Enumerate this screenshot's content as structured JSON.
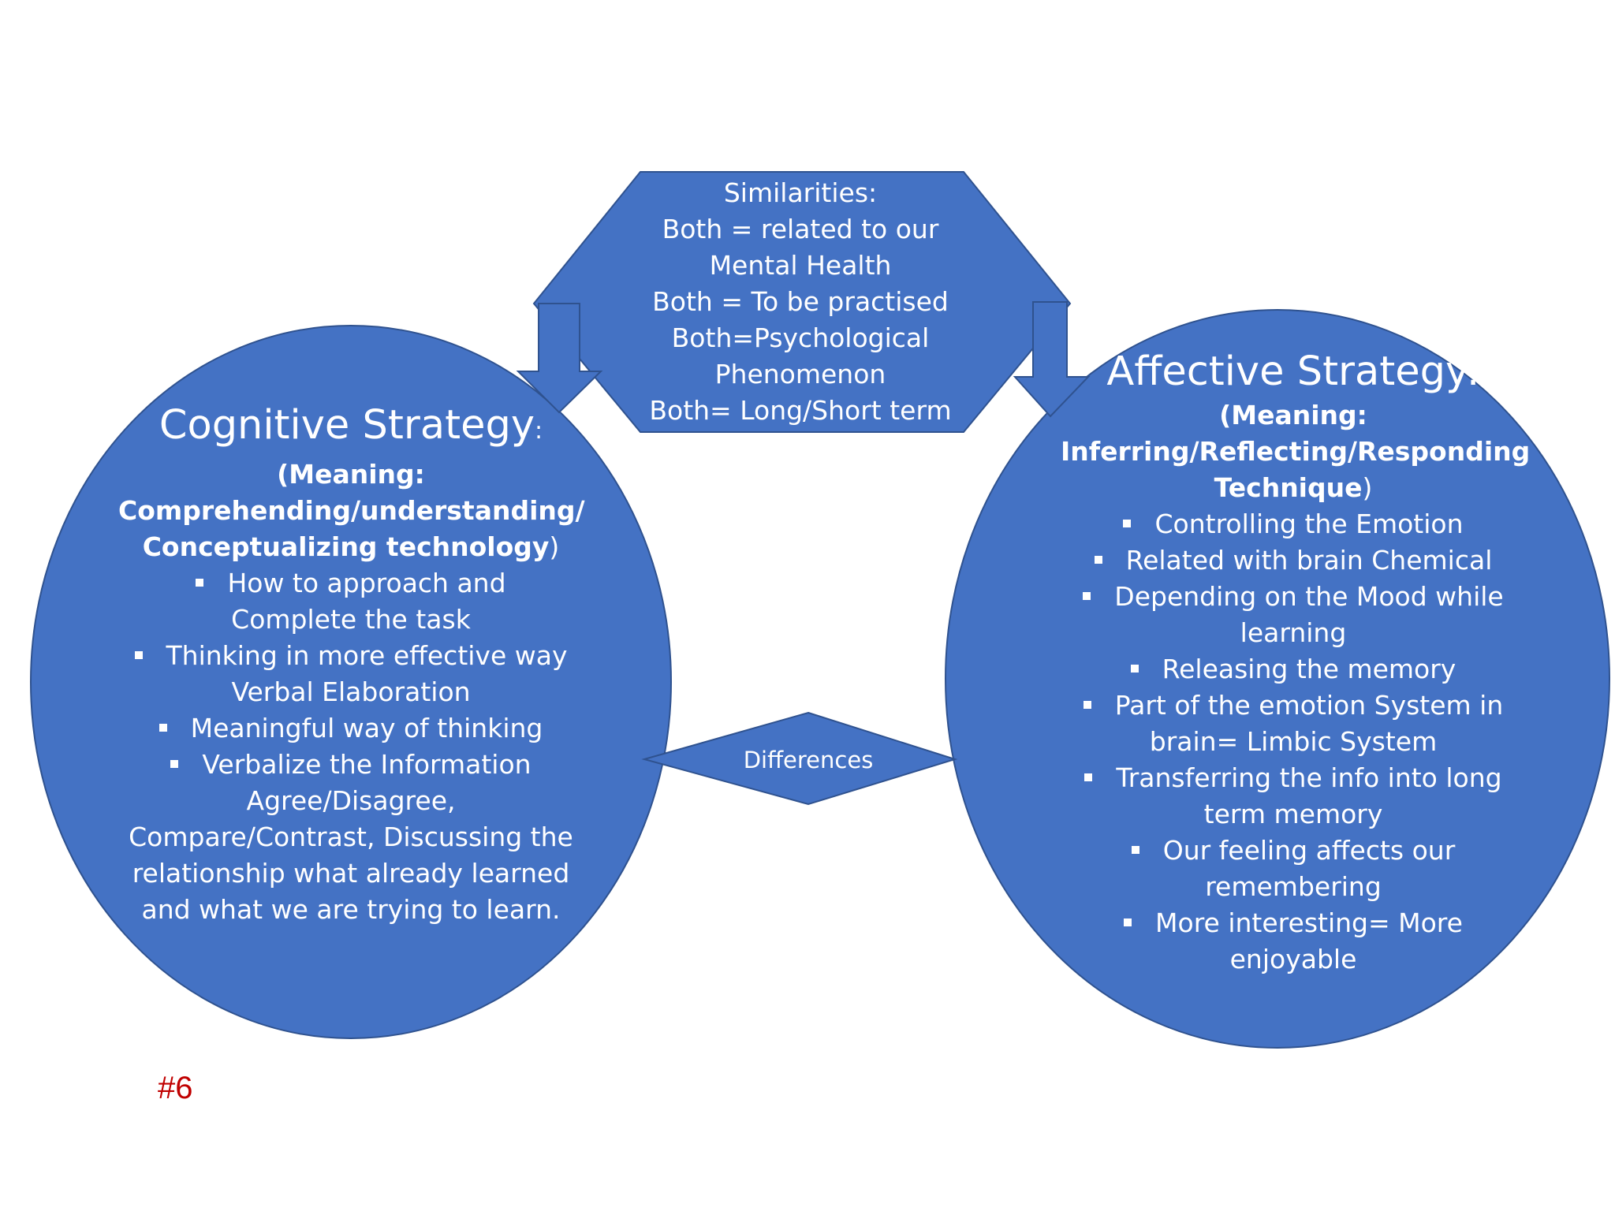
{
  "colors": {
    "shape_fill": "#4472c4",
    "shape_stroke": "#2f528f",
    "text": "#ffffff",
    "slide_number": "#c00000"
  },
  "similarities": {
    "lines": [
      "Similarities:",
      "Both = related to our",
      "Mental Health",
      "Both = To be practised",
      "Both=Psychological",
      "Phenomenon",
      "Both= Long/Short term"
    ]
  },
  "differences": {
    "label": "Differences"
  },
  "cognitive": {
    "title": "Cognitive Strategy",
    "title_colon": ":",
    "meaning_lines": [
      "(Meaning:",
      "Comprehending/understanding/",
      "Conceptualizing  technology"
    ],
    "meaning_close": ")",
    "bullets": [
      {
        "lines": [
          "How to approach and",
          "Complete the task"
        ]
      },
      {
        "lines": [
          "Thinking in more effective way",
          "Verbal Elaboration"
        ]
      },
      {
        "lines": [
          "Meaningful way of thinking"
        ]
      },
      {
        "lines": [
          "Verbalize the Information",
          "Agree/Disagree,",
          "Compare/Contrast, Discussing the",
          "relationship what already learned",
          "and what we are trying to learn."
        ]
      }
    ]
  },
  "affective": {
    "title": "Affective Strategy:",
    "meaning_lines": [
      "(Meaning:",
      "Inferring/Reflecting/Responding",
      "Technique"
    ],
    "meaning_close": ")",
    "bullets": [
      {
        "lines": [
          "Controlling the Emotion"
        ]
      },
      {
        "lines": [
          "Related with brain Chemical"
        ]
      },
      {
        "lines": [
          "Depending on the Mood while",
          "learning"
        ]
      },
      {
        "lines": [
          "Releasing the memory"
        ]
      },
      {
        "lines": [
          "Part of the emotion System in",
          "brain= Limbic System"
        ]
      },
      {
        "lines": [
          "Transferring the info into long",
          "term memory"
        ]
      },
      {
        "lines": [
          "Our feeling affects our",
          "remembering"
        ]
      },
      {
        "lines": [
          "More interesting= More",
          "enjoyable"
        ]
      }
    ]
  },
  "slide_number": "#6"
}
